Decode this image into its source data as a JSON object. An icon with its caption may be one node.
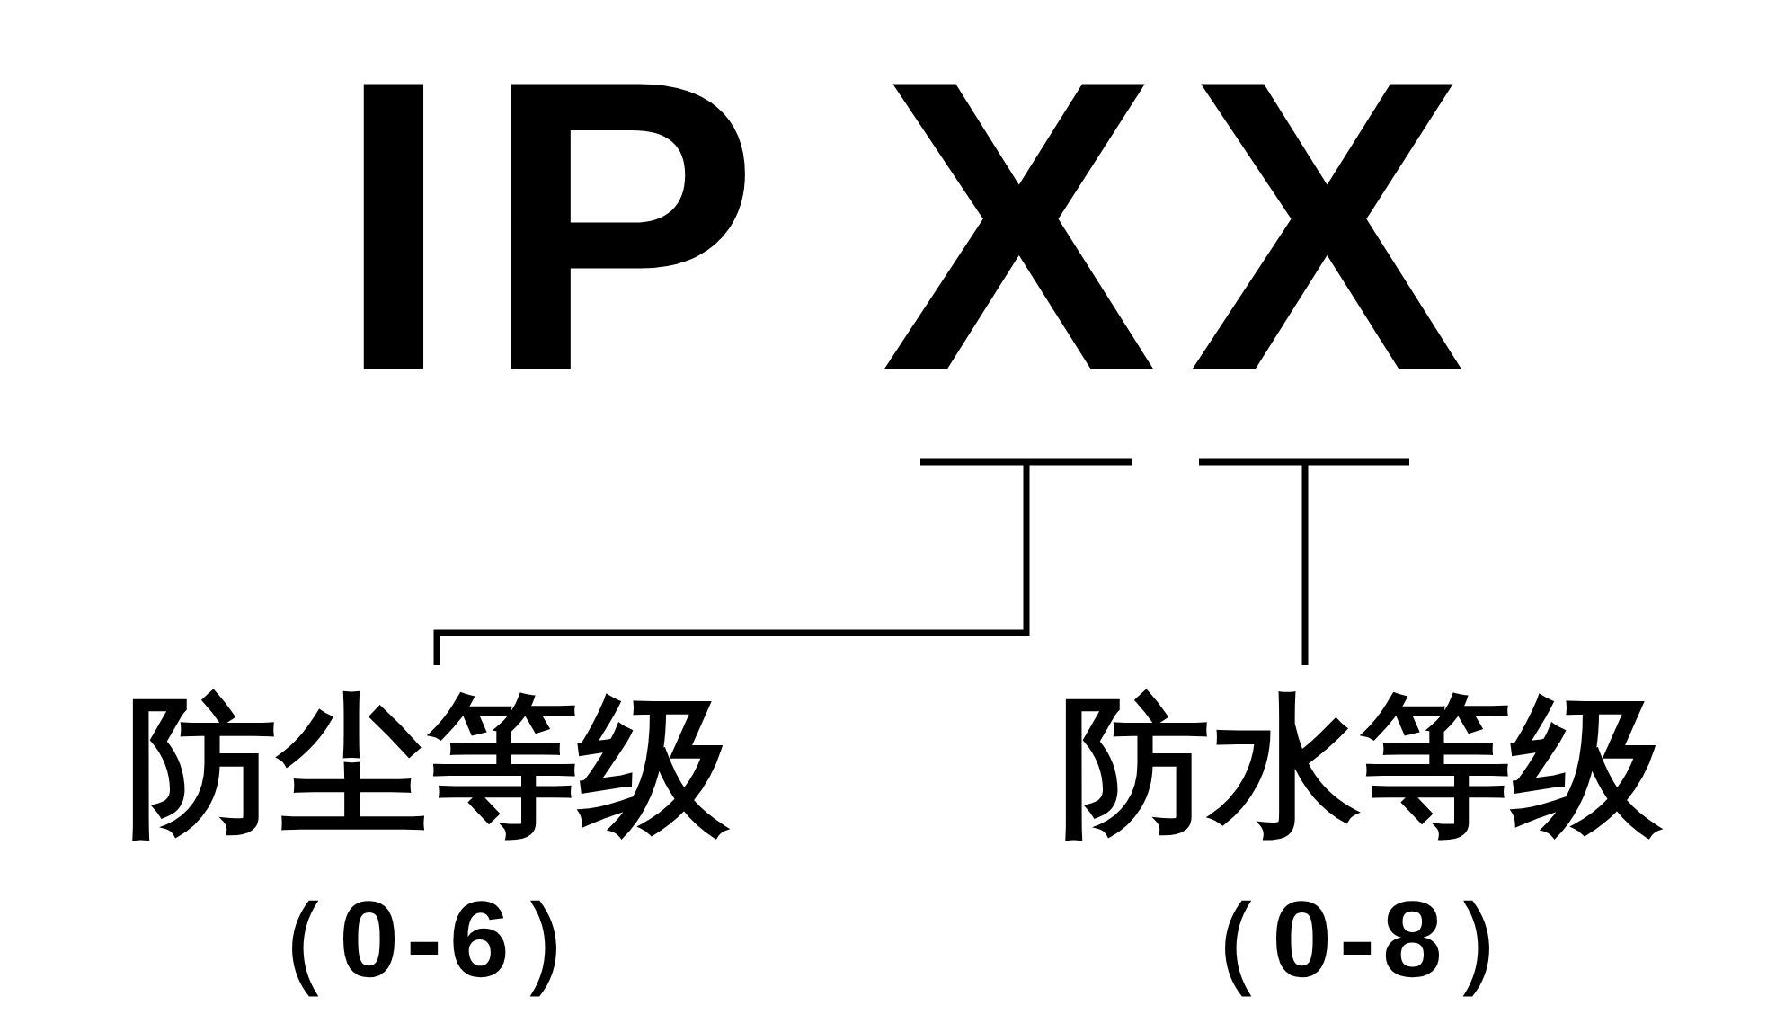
{
  "diagram": {
    "title": "IP XX",
    "nodes": [
      {
        "text": [
          "防尘等级",
          "（0-6）"
        ]
      },
      {
        "text": [
          "防水等级",
          "（0-8）"
        ]
      }
    ],
    "edges": [
      {
        "from": 0,
        "to": null,
        "arrow": "none"
      },
      {
        "from": 1,
        "to": null,
        "arrow": "none"
      }
    ]
  }
}
